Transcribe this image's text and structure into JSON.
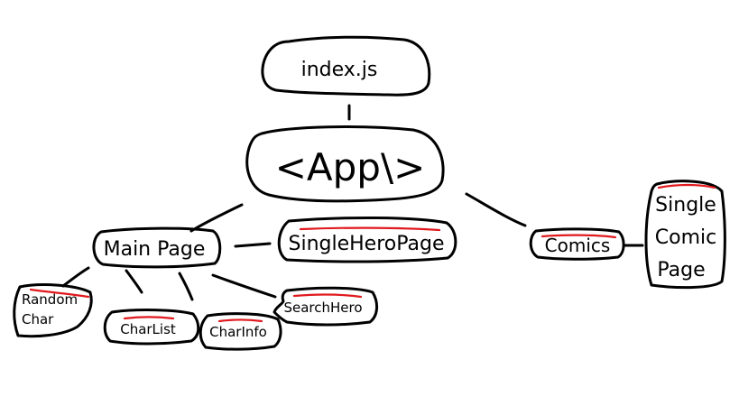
{
  "diagram": {
    "nodes": {
      "index": {
        "label": "index.js"
      },
      "app": {
        "label": "<App\\>"
      },
      "main_page": {
        "label": "Main Page"
      },
      "single_hero_page": {
        "label": "SingleHeroPage"
      },
      "comics": {
        "label": "Comics"
      },
      "single_comic_page": {
        "lines": [
          "Single",
          "Comic",
          "Page"
        ]
      },
      "random_char": {
        "lines": [
          "Random",
          "Char"
        ]
      },
      "char_list": {
        "label": "CharList"
      },
      "char_info": {
        "label": "CharInfo"
      },
      "search_hero": {
        "label": "SearchHero"
      }
    },
    "colors": {
      "stroke": "#000000",
      "underline": "#e0191e",
      "background": "#ffffff"
    }
  }
}
